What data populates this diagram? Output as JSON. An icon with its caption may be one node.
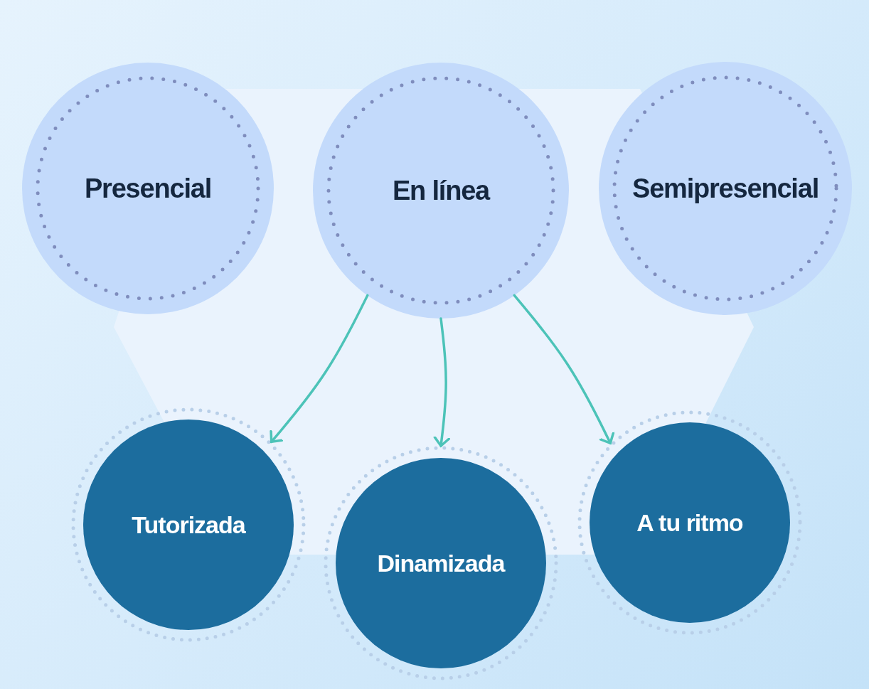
{
  "diagram": {
    "nodes": [
      {
        "text": [
          "Presencial"
        ]
      },
      {
        "text": [
          "En línea"
        ]
      },
      {
        "text": [
          "Semipresencial"
        ]
      },
      {
        "text": [
          "Tutorizada"
        ]
      },
      {
        "text": [
          "Dinamizada"
        ]
      },
      {
        "text": [
          "A tu ritmo"
        ]
      }
    ],
    "edges": [
      {
        "from": 1,
        "to": 3,
        "arrow": "to"
      },
      {
        "from": 1,
        "to": 4,
        "arrow": "to"
      },
      {
        "from": 1,
        "to": 5,
        "arrow": "to"
      }
    ]
  }
}
